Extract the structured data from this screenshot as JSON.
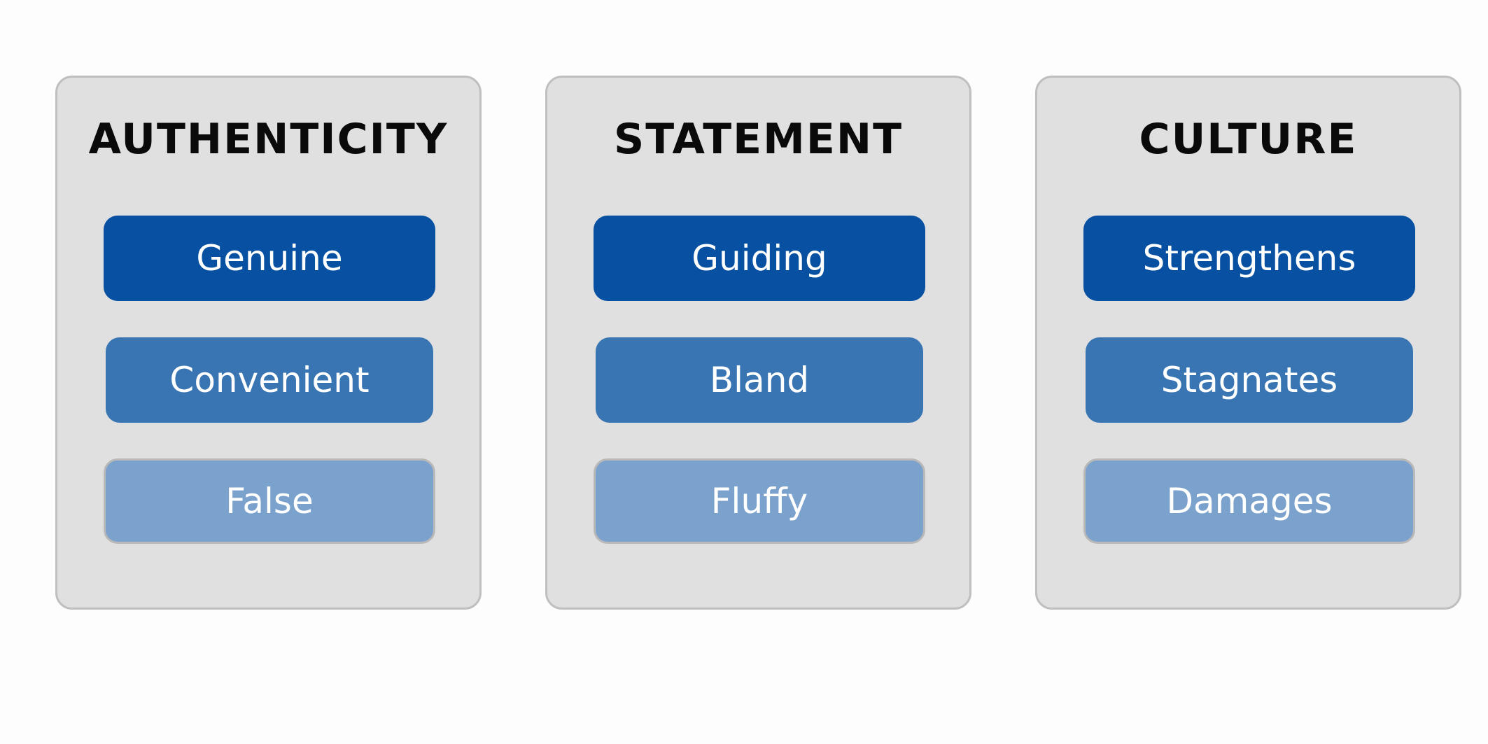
{
  "colors": {
    "background": "#fdfdfd",
    "panel_fill": "#e0e0e0",
    "panel_border": "#bfbfbf",
    "title_text": "#0a0a0a",
    "item_text": "#ffffff",
    "level_colors": [
      "#0850a1",
      "#3a75b3",
      "#7ba1cd"
    ]
  },
  "panels": [
    {
      "title": "AUTHENTICITY",
      "items": [
        "Genuine",
        "Convenient",
        "False"
      ]
    },
    {
      "title": "STATEMENT",
      "items": [
        "Guiding",
        "Bland",
        "Fluffy"
      ]
    },
    {
      "title": "CULTURE",
      "items": [
        "Strengthens",
        "Stagnates",
        "Damages"
      ]
    }
  ]
}
